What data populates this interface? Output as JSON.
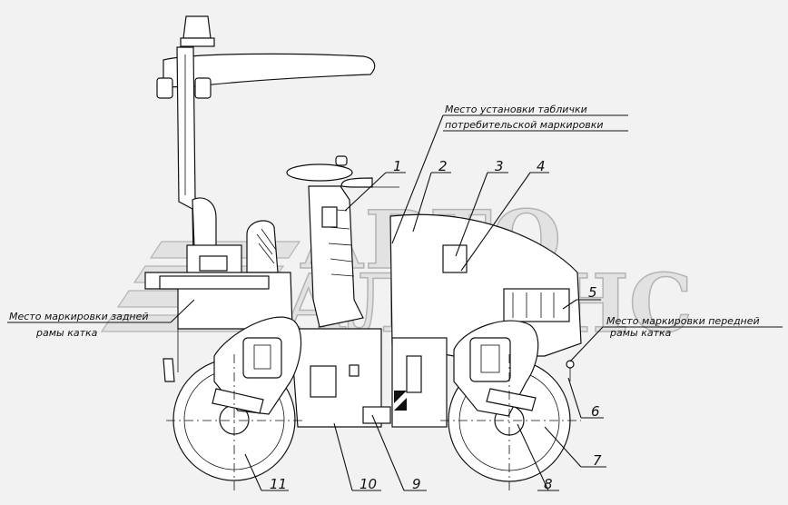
{
  "watermark": {
    "line1": "АВТО",
    "line2": "АЛЬЯНС"
  },
  "annotations": {
    "plate_label_line1": "Место установки таблички",
    "plate_label_line2": "потребительской маркировки",
    "rear_frame_line1": "Место маркировки задней",
    "rear_frame_line2": "рамы катка",
    "front_frame_line1": "Место маркировки передней",
    "front_frame_line2": "рамы катка"
  },
  "callouts": {
    "c1": "1",
    "c2": "2",
    "c3": "3",
    "c4": "4",
    "c5": "5",
    "c6": "6",
    "c7": "7",
    "c8": "8",
    "c9": "9",
    "c10": "10",
    "c11": "11"
  }
}
